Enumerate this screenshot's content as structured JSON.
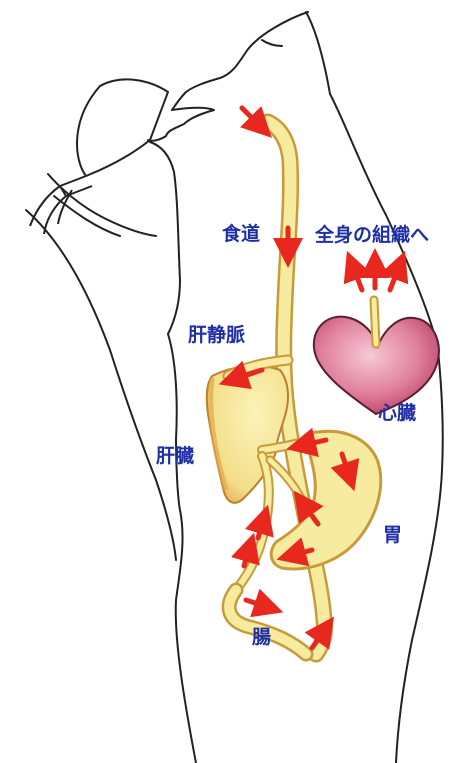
{
  "labels": {
    "esophagus": "食道",
    "whole_body": "全身の組織へ",
    "hepatic_vein": "肝静脈",
    "heart": "心臓",
    "liver": "肝臓",
    "stomach": "胃",
    "intestine": "腸"
  },
  "colors": {
    "label_text": "#1f2fa8",
    "arrow": "#e8281e",
    "organ_fill": "#f6eb9e",
    "organ_stroke": "#c99a3a",
    "liver_shadow": "#e2a64a",
    "heart": "#d96a8a",
    "outline": "#222222"
  }
}
